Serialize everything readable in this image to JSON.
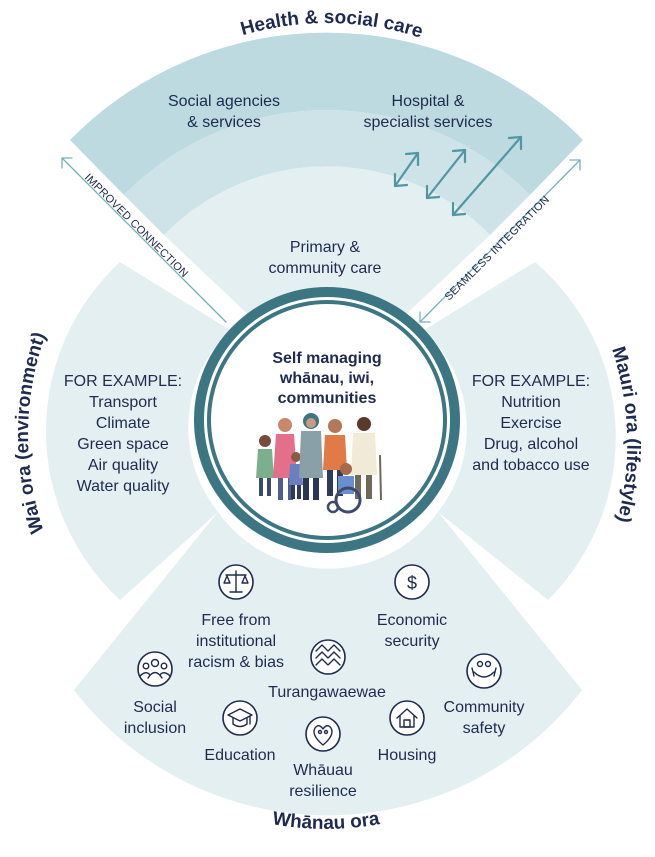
{
  "colors": {
    "ring_dark": "#3c7683",
    "band_light": "#e4eff2",
    "top_band_outer": "#bcdae0",
    "top_band_mid": "#cde3e8",
    "text_navy": "#1e2a4f",
    "arrow_teal": "#4f97a3"
  },
  "top": {
    "title": "Health & social care",
    "left_line1": "Social agencies",
    "left_line2": "& services",
    "right_line1": "Hospital &",
    "right_line2": "specialist services",
    "inner_line1": "Primary &",
    "inner_line2": "community care"
  },
  "arrows": {
    "left_label": "IMPROVED CONNECTION",
    "right_label": "SEAMLESS INTEGRATION"
  },
  "left": {
    "title": "Wai ora (environment)",
    "items": [
      "FOR EXAMPLE:",
      "Transport",
      "Climate",
      "Green space",
      "Air quality",
      "Water quality"
    ]
  },
  "right": {
    "title": "Mauri ora (lifestyle)",
    "items": [
      "FOR EXAMPLE:",
      "Nutrition",
      "Exercise",
      "Drug, alcohol",
      "and tobacco use"
    ]
  },
  "center": {
    "line1": "Self managing",
    "line2": "whānau, iwi,",
    "line3": "communities"
  },
  "bottom": {
    "title": "Whānau ora",
    "items": {
      "free_from_racism": [
        "Free from",
        "institutional",
        "racism & bias"
      ],
      "economic_security": [
        "Economic",
        "security"
      ],
      "turangawaewae": [
        "Turangawaewae"
      ],
      "social_inclusion": [
        "Social",
        "inclusion"
      ],
      "community_safety": [
        "Community",
        "safety"
      ],
      "education": [
        "Education"
      ],
      "housing": [
        "Housing"
      ],
      "whanau_resilience": [
        "Whāuau",
        "resilience"
      ]
    },
    "icons": {
      "free_from_racism": "scales-icon",
      "economic_security": "dollar-icon",
      "turangawaewae": "pattern-icon",
      "social_inclusion": "people-group-icon",
      "community_safety": "hands-people-icon",
      "education": "graduation-cap-icon",
      "housing": "house-icon",
      "whanau_resilience": "heart-people-icon"
    }
  }
}
